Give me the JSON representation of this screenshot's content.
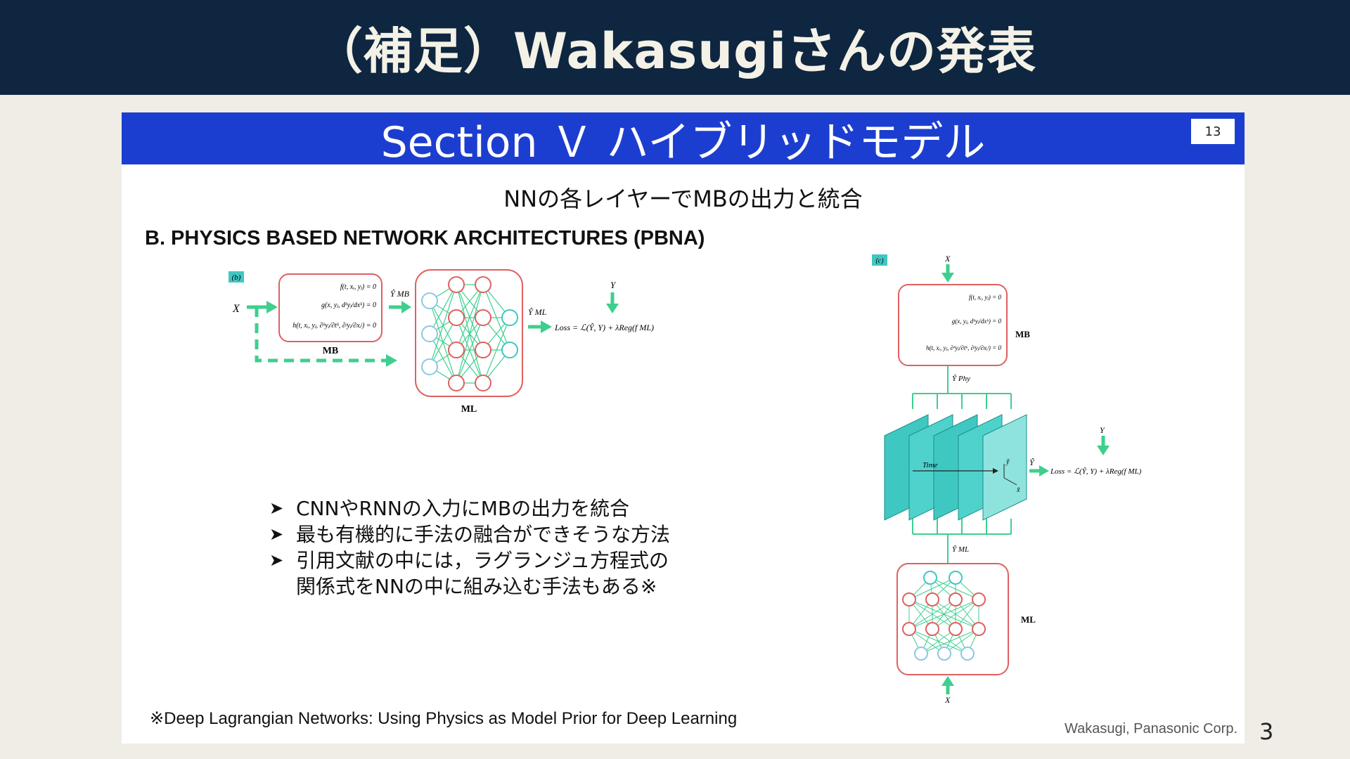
{
  "header": {
    "title": "（補足）Wakasugiさんの発表"
  },
  "slide": {
    "section_title": "Section Ｖ ハイブリッドモデル",
    "number": "13",
    "subtitle": "NNの各レイヤーでMBの出力と統合",
    "heading": "B. PHYSICS BASED NETWORK ARCHITECTURES (PBNA)",
    "bullets": [
      "CNNやRNNの入力にMBの出力を統合",
      "最も有機的に手法の融合ができそうな方法",
      "引用文献の中には，ラグランジュ方程式の",
      "関係式をNNの中に組み込む手法もある※"
    ],
    "footnote": "※Deep Lagrangian Networks: Using Physics as Model Prior for Deep Learning",
    "credit": "Wakasugi, Panasonic Corp."
  },
  "page_number": "3",
  "diagram_b": {
    "tag": "(b)",
    "input": "X",
    "eq1": "f(t, xᵢ, yⱼ) = 0",
    "eq2": "g(x, yⱼ, dᵏyⱼ/dxᵏ) = 0",
    "eq3": "h(t, xᵢ, yⱼ, ∂ᵏyⱼ/∂tᵏ, ∂ʲyⱼ/∂xᵢʲ) = 0",
    "mb_label": "MB",
    "y_mb": "Ŷ MB",
    "ml_label": "ML",
    "y_ml": "Ŷ ML",
    "target": "Y",
    "loss": "Loss = ℒ(Ŷ, Y) + λReg(f ML)"
  },
  "diagram_c": {
    "tag": "(c)",
    "input_top": "X",
    "eq1": "f(t, xᵢ, yⱼ) = 0",
    "eq2": "g(x, yⱼ, dᵏyⱼ/dxᵏ) = 0",
    "eq3": "h(t, xᵢ, yⱼ, ∂ᵏyⱼ/∂tᵏ, ∂ʲyⱼ/∂xᵢʲ) = 0",
    "mb_label": "MB",
    "y_phy": "Ŷ Phy",
    "time_label": "Time",
    "axis_y": "ỹ",
    "axis_x": "x̃",
    "y_hat": "Ŷ",
    "target": "Y",
    "loss": "Loss = ℒ(Ŷ, Y) + λReg(f ML)",
    "y_ml": "Ŷ ML",
    "ml_label": "ML",
    "input_bottom": "X"
  },
  "colors": {
    "header_bg": "#0f2641",
    "section_bg": "#1c3ed0",
    "arrow_green": "#3ecf8e",
    "box_red": "#e06060",
    "node_blue": "#8cc7e6",
    "teal": "#3fc7c2"
  }
}
